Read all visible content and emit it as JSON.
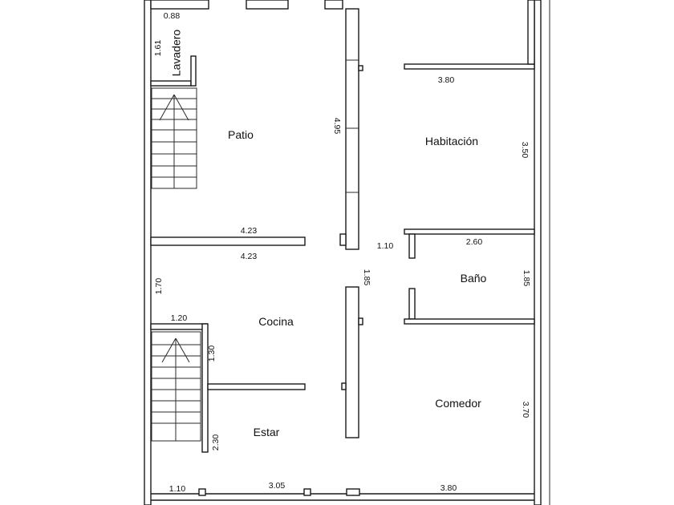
{
  "rooms": {
    "lavadero": "Lavadero",
    "patio": "Patio",
    "habitacion": "Habitación",
    "bano": "Baño",
    "cocina": "Cocina",
    "comedor": "Comedor",
    "estar": "Estar"
  },
  "dimensions": {
    "lavadero_width": "0.88",
    "lavadero_height": "1.61",
    "patio_height": "4.95",
    "patio_width": "4.23",
    "cocina_width": "4.23",
    "cocina_height": "1.70",
    "stair_width": "1.20",
    "stair_upper": "1.30",
    "stair_lower": "2.30",
    "corridor_width": "1.10",
    "corridor_height": "1.85",
    "habitacion_width": "3.80",
    "habitacion_height": "3.50",
    "bano_width": "2.60",
    "bano_height": "1.85",
    "comedor_height": "3.70",
    "bottom_left": "1.10",
    "bottom_mid": "3.05",
    "bottom_right": "3.80"
  }
}
